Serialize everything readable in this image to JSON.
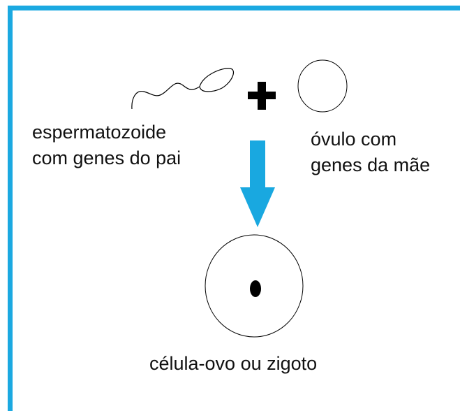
{
  "labels": {
    "sperm": [
      "espermatozoide",
      "com genes do pai"
    ],
    "ovum": [
      "óvulo com",
      "genes da mãe"
    ],
    "zygote": "célula-ovo ou zigoto"
  },
  "colors": {
    "frame": "#1ba9e1",
    "arrow": "#19a8e0",
    "ink": "#000000"
  },
  "symbols": {
    "plus": "plus-icon",
    "arrow": "arrow-down-icon"
  }
}
